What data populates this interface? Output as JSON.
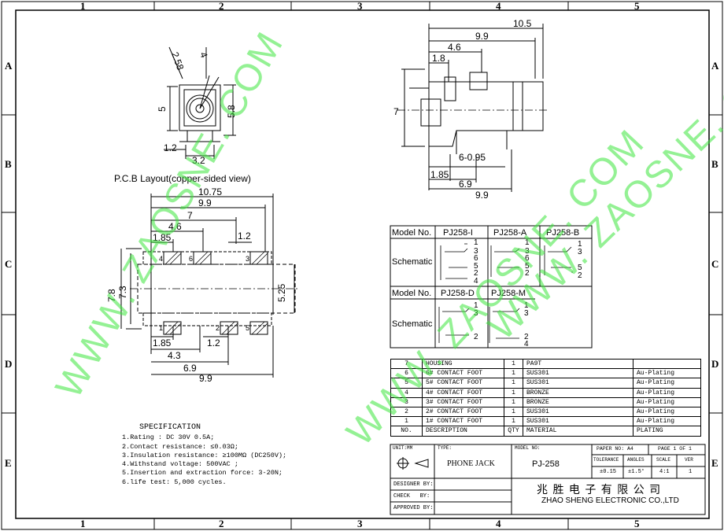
{
  "zones": {
    "cols": [
      "1",
      "2",
      "3",
      "4",
      "5"
    ],
    "rows": [
      "A",
      "B",
      "C",
      "D",
      "E"
    ]
  },
  "views": {
    "front": {
      "dia_outer": "2.58",
      "dia_pin": "4",
      "h": "5",
      "h2": "5.8",
      "w": "3.2",
      "off": "1.2"
    },
    "side": {
      "d1": "10.5",
      "d2": "9.9",
      "d3": "4.6",
      "d4": "1.8",
      "h": "7",
      "pin": "6-0.95",
      "b1": "1.85",
      "b2": "6.9",
      "b3": "9.9"
    },
    "pcb": {
      "title": "P.C.B Layout(copper-sided view)",
      "top_dims": [
        "10.75",
        "9.9",
        "7",
        "4.6",
        "1.85",
        "1.2"
      ],
      "side_dims": [
        "7.8",
        "7.3",
        "5.25"
      ],
      "bot_dims": [
        "1.85",
        "1.2",
        "4.3",
        "6.9",
        "9.9"
      ],
      "pad_labels": [
        "4",
        "6",
        "3",
        "1",
        "2",
        "5"
      ]
    }
  },
  "schematic": {
    "model_label": "Model No.",
    "row_label": "Schematic",
    "models_row1": [
      "PJ258-I",
      "PJ258-A",
      "PJ258-B"
    ],
    "models_row2": [
      "PJ258-D",
      "PJ258-M"
    ],
    "pins_I": [
      "1",
      "3",
      "6",
      "5",
      "2",
      "4"
    ],
    "pins_A": [
      "1",
      "3",
      "6",
      "5",
      "2"
    ],
    "pins_B": [
      "1",
      "3",
      "5",
      "2"
    ],
    "pins_D": [
      "1",
      "3",
      "2"
    ],
    "pins_M": [
      "1",
      "3",
      "2",
      "4"
    ]
  },
  "bom": {
    "rows": [
      {
        "no": "7",
        "desc": "HOUSING",
        "qty": "1",
        "mat": "PA9T",
        "plat": ""
      },
      {
        "no": "6",
        "desc": "6# CONTACT FOOT",
        "qty": "1",
        "mat": "SUS301",
        "plat": "Au-Plating"
      },
      {
        "no": "5",
        "desc": "5# CONTACT FOOT",
        "qty": "1",
        "mat": "SUS301",
        "plat": "Au-Plating"
      },
      {
        "no": "4",
        "desc": "4# CONTACT FOOT",
        "qty": "1",
        "mat": "BRONZE",
        "plat": "Au-Plating"
      },
      {
        "no": "3",
        "desc": "3# CONTACT FOOT",
        "qty": "1",
        "mat": "BRONZE",
        "plat": "Au-Plating"
      },
      {
        "no": "2",
        "desc": "2# CONTACT FOOT",
        "qty": "1",
        "mat": "SUS301",
        "plat": "Au-Plating"
      },
      {
        "no": "1",
        "desc": "1# CONTACT FOOT",
        "qty": "1",
        "mat": "SUS301",
        "plat": "Au-Plating"
      }
    ],
    "header": {
      "no": "NO.",
      "desc": "DESCRIPTION",
      "qty": "QTY",
      "mat": "MATERIAL",
      "plat": "PLATING"
    }
  },
  "titleblock": {
    "unit": "UNIT:MM",
    "type_label": "TYPE:",
    "type": "PHONE JACK",
    "model_label": "MODEL NO:",
    "model": "PJ-258",
    "paper": "PAPER NO: A4",
    "page": "PAGE 1 OF 1",
    "tol_label": "TOLERANCE",
    "ang_label": "ANGLES",
    "scale_label": "SCALE",
    "ver_label": "VER",
    "tol": "±0.15",
    "ang": "±1.5°",
    "scale": "4:1",
    "ver": "1",
    "designer": "DESIGNER BY:",
    "check": "CHECK   BY:",
    "approved": "APPROVED BY:",
    "company_cn": "兆 胜 电 子 有 限 公 司",
    "company_en": "ZHAO SHENG ELECTRONIC CO.,LTD"
  },
  "spec": {
    "title": "SPECIFICATION",
    "items": [
      "1.Rating : DC 30V 0.5A;",
      "2.Contact resistance: ≤0.03Ω;",
      "3.Insulation resistance: ≥100MΩ  (DC250V);",
      "4.Withstand voltage: 500VAC ;",
      "5.Insertion and extraction force: 3-20N;",
      "6.life test: 5,000 cycles."
    ]
  },
  "watermark": {
    "text": "WWW. ZAOSNE. COM"
  },
  "colors": {
    "watermark": "#3ce63c",
    "line": "#000000"
  }
}
